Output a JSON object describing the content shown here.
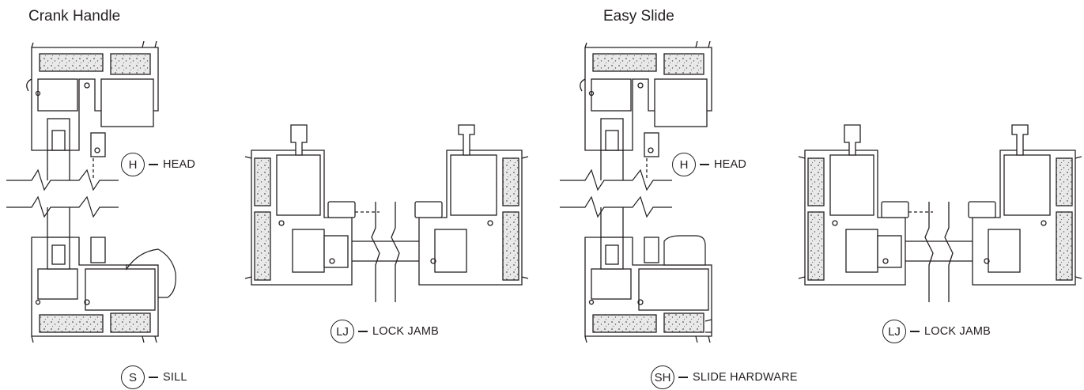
{
  "titles": {
    "left": "Crank Handle",
    "right": "Easy Slide"
  },
  "callouts": {
    "head_left": {
      "code": "H",
      "label": "HEAD"
    },
    "sill": {
      "code": "S",
      "label": "SILL"
    },
    "lj_left": {
      "code": "LJ",
      "label": "LOCK JAMB"
    },
    "head_right": {
      "code": "H",
      "label": "HEAD"
    },
    "slide_hw": {
      "code": "SH",
      "label": "SLIDE HARDWARE"
    },
    "lj_right": {
      "code": "LJ",
      "label": "LOCK JAMB"
    }
  },
  "colors": {
    "line": "#231f20",
    "fill": "#ffffff",
    "insulation": "#e6e6e6"
  }
}
